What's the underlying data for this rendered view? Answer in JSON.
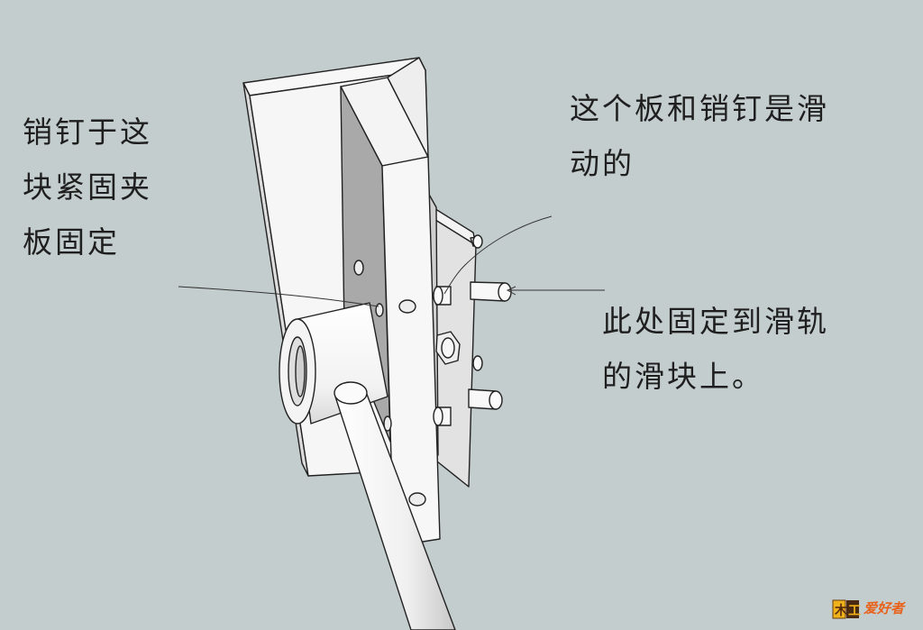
{
  "annotations": {
    "left": "销钉于这\n块紧固夹\n板固定",
    "top_right": "这个板和销钉是滑\n动的",
    "bottom_right": "此处固定到滑轨\n的滑块上。"
  },
  "watermark": {
    "text": "爱好者"
  },
  "colors": {
    "background": "#c4cdcd",
    "part_light": "#f7f7f7",
    "part_side": "#e4e4e4",
    "part_shadow": "#b8b8b8",
    "edge": "#222222"
  }
}
